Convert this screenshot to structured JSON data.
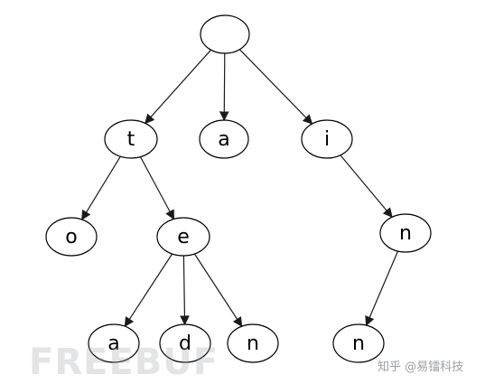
{
  "diagram": {
    "nodes": [
      {
        "id": "root",
        "label": ""
      },
      {
        "id": "t",
        "label": "t"
      },
      {
        "id": "a1",
        "label": "a"
      },
      {
        "id": "i",
        "label": "i"
      },
      {
        "id": "o",
        "label": "o"
      },
      {
        "id": "e",
        "label": "e"
      },
      {
        "id": "n1",
        "label": "n"
      },
      {
        "id": "a2",
        "label": "a"
      },
      {
        "id": "d",
        "label": "d"
      },
      {
        "id": "n2",
        "label": "n"
      },
      {
        "id": "n3",
        "label": "n"
      }
    ],
    "edges": [
      {
        "from": "root",
        "to": "t"
      },
      {
        "from": "root",
        "to": "a1"
      },
      {
        "from": "root",
        "to": "i"
      },
      {
        "from": "t",
        "to": "o"
      },
      {
        "from": "t",
        "to": "e"
      },
      {
        "from": "i",
        "to": "n1"
      },
      {
        "from": "e",
        "to": "a2"
      },
      {
        "from": "e",
        "to": "d"
      },
      {
        "from": "e",
        "to": "n2"
      },
      {
        "from": "n1",
        "to": "n3"
      }
    ]
  },
  "watermark": {
    "logo_text": "FREEBUF",
    "caption": "知乎 @易镭科技"
  },
  "colors": {
    "node_fill": "#ffffff",
    "node_stroke": "#000000",
    "edge": "#1a1a1a",
    "watermark": "#9aa0a6"
  }
}
